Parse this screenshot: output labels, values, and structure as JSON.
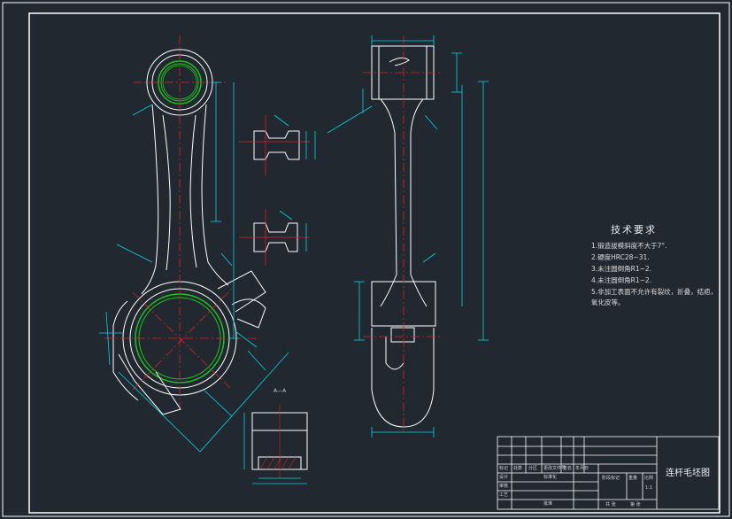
{
  "drawing": {
    "section_label": "A—A",
    "tech_requirements": {
      "title": "技术要求",
      "items": [
        "1.锻造拔模斜度不大于7°.",
        "2.硬度HRC28~31.",
        "3.未注圆倒角R1~2.",
        "4.未注圆倒角R1~2.",
        "5.非加工表面不允许有裂纹，折叠，结疤，",
        "氧化皮等。"
      ]
    },
    "title_block": {
      "title": "连杆毛坯图",
      "cells": {
        "mark": "标记",
        "count": "处数",
        "zone": "分区",
        "doc_no": "更改文件号",
        "sign": "签名",
        "date": "年月日",
        "design": "设计",
        "standardize": "标准化",
        "stage_mark": "阶段标记",
        "weight": "重量",
        "scale": "比例",
        "scale_value": "1:1",
        "check": "审核",
        "process": "工艺",
        "approve": "批准",
        "sheets_total": "共  张",
        "sheet_no": "第  张"
      }
    }
  },
  "colors": {
    "background": "#212830",
    "outline": "#ffffff",
    "centerline": "#e02020",
    "dimension": "#00d4e8",
    "bearing": "#20c020",
    "text": "#e8e8e8"
  }
}
